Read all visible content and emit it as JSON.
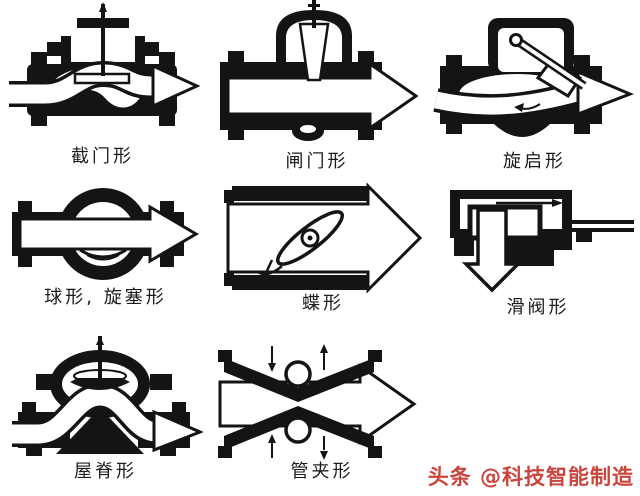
{
  "figure": {
    "valves": [
      {
        "id": "globe",
        "label": "截门形"
      },
      {
        "id": "gate",
        "label": "闸门形"
      },
      {
        "id": "swing",
        "label": "旋启形"
      },
      {
        "id": "ball-plug",
        "label": "球形, 旋塞形"
      },
      {
        "id": "butterfly",
        "label": "蝶形"
      },
      {
        "id": "slide",
        "label": "滑阀形"
      },
      {
        "id": "ridge",
        "label": "屋脊形"
      },
      {
        "id": "pinch",
        "label": "管夹形"
      }
    ]
  },
  "watermark": {
    "text": "头条 @科技智能制造",
    "color": "#c9453d"
  }
}
